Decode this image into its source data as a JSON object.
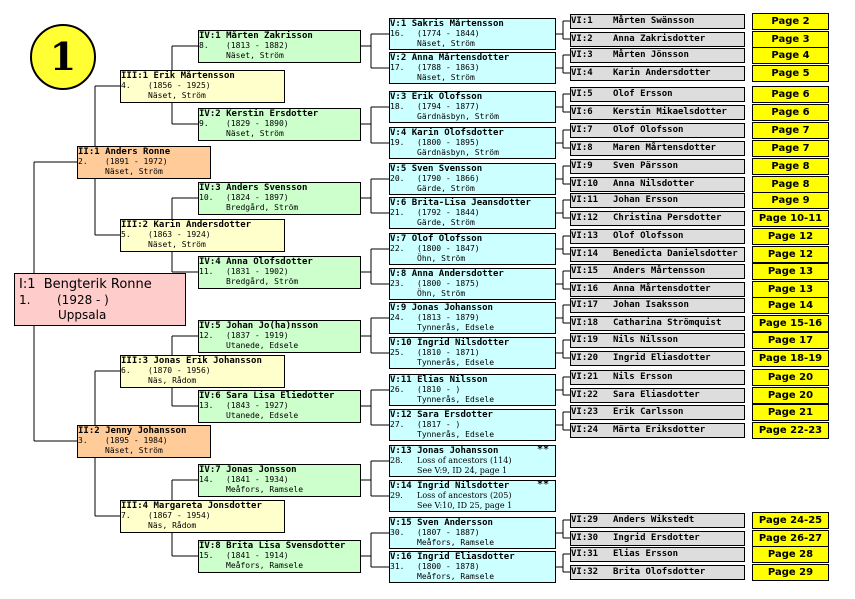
{
  "chart_number": "1",
  "root": {
    "label": "I:1",
    "name": "Bengterik Ronne",
    "id": "1.",
    "dates": "(1928 - )",
    "place": "Uppsala"
  },
  "gen2": [
    {
      "label": "II:1",
      "name": "Anders Ronne",
      "id": "2.",
      "dates": "(1891 - 1972)",
      "place": "Näset, Ström"
    },
    {
      "label": "II:2",
      "name": "Jenny Johansson",
      "id": "3.",
      "dates": "(1895 - 1984)",
      "place": "Näset, Ström"
    }
  ],
  "gen3": [
    {
      "label": "III:1",
      "name": "Erik Mårtensson",
      "id": "4.",
      "dates": "(1856 - 1925)",
      "place": "Näset, Ström"
    },
    {
      "label": "III:2",
      "name": "Karin Andersdotter",
      "id": "5.",
      "dates": "(1863 - 1924)",
      "place": "Näset, Ström"
    },
    {
      "label": "III:3",
      "name": "Jonas Erik Johansson",
      "id": "6.",
      "dates": "(1870 - 1956)",
      "place": "Näs, Rådom"
    },
    {
      "label": "III:4",
      "name": "Margareta Jonsdotter",
      "id": "7.",
      "dates": "(1867 - 1954)",
      "place": "Näs, Rådom"
    }
  ],
  "gen4": [
    {
      "label": "IV:1",
      "name": "Mårten Zakrisson",
      "id": "8.",
      "dates": "(1813 - 1882)",
      "place": "Näset, Ström"
    },
    {
      "label": "IV:2",
      "name": "Kerstin Ersdotter",
      "id": "9.",
      "dates": "(1829 - 1890)",
      "place": "Näset, Ström"
    },
    {
      "label": "IV:3",
      "name": "Anders Svensson",
      "id": "10.",
      "dates": "(1824 - 1897)",
      "place": "Bredgård, Ström"
    },
    {
      "label": "IV:4",
      "name": "Anna Olofsdotter",
      "id": "11.",
      "dates": "(1831 - 1902)",
      "place": "Bredgård, Ström"
    },
    {
      "label": "IV:5",
      "name": "Johan Jo(ha)nsson",
      "id": "12.",
      "dates": "(1837 - 1919)",
      "place": "Utanede, Edsele"
    },
    {
      "label": "IV:6",
      "name": "Sara Lisa Eliedotter",
      "id": "13.",
      "dates": "(1843 - 1927)",
      "place": "Utanede, Edsele"
    },
    {
      "label": "IV:7",
      "name": "Jonas Jonsson",
      "id": "14.",
      "dates": "(1841 - 1934)",
      "place": "Meåfors, Ramsele"
    },
    {
      "label": "IV:8",
      "name": "Brita Lisa Svensdotter",
      "id": "15.",
      "dates": "(1841 - 1914)",
      "place": "Meåfors, Ramsele"
    }
  ],
  "gen5": [
    {
      "label": "V:1",
      "name": "Sakris Mårtensson",
      "id": "16.",
      "dates": "(1774 - 1844)",
      "place": "Näset, Ström"
    },
    {
      "label": "V:2",
      "name": "Anna Mårtensdotter",
      "id": "17.",
      "dates": "(1788 - 1863)",
      "place": "Näset, Ström"
    },
    {
      "label": "V:3",
      "name": "Erik Olofsson",
      "id": "18.",
      "dates": "(1794 - 1877)",
      "place": "Gärdnäsbyn, Ström"
    },
    {
      "label": "V:4",
      "name": "Karin Olofsdotter",
      "id": "19.",
      "dates": "(1800 - 1895)",
      "place": "Gärdnäsbyn, Ström"
    },
    {
      "label": "V:5",
      "name": "Sven Svensson",
      "id": "20.",
      "dates": "(1790 - 1866)",
      "place": "Gärde, Ström"
    },
    {
      "label": "V:6",
      "name": "Brita-Lisa Jeansdotter",
      "id": "21.",
      "dates": "(1792 - 1844)",
      "place": "Gärde, Ström"
    },
    {
      "label": "V:7",
      "name": "Olof Olofsson",
      "id": "22.",
      "dates": "(1800 - 1847)",
      "place": "Öhn, Ström"
    },
    {
      "label": "V:8",
      "name": "Anna Andersdotter",
      "id": "23.",
      "dates": "(1800 - 1875)",
      "place": "Öhn, Ström"
    },
    {
      "label": "V:9",
      "name": "Jonas Johansson",
      "id": "24.",
      "dates": "(1813 - 1879)",
      "place": "Tynnerås, Edsele"
    },
    {
      "label": "V:10",
      "name": "Ingrid Nilsdotter",
      "id": "25.",
      "dates": "(1810 - 1871)",
      "place": "Tynnerås, Edsele"
    },
    {
      "label": "V:11",
      "name": "Elias Nilsson",
      "id": "26.",
      "dates": "(1810 - )",
      "place": "Tynnerås, Edsele"
    },
    {
      "label": "V:12",
      "name": "Sara Ersdotter",
      "id": "27.",
      "dates": "(1817 - )",
      "place": "Tynnerås, Edsele"
    },
    {
      "label": "V:13",
      "name": "Jonas Johansson",
      "id": "28.",
      "note": "Loss of ancestors (114)",
      "see": "See V:9, ID 24, page 1",
      "stars": "**"
    },
    {
      "label": "V:14",
      "name": "Ingrid Nilsdotter",
      "id": "29.",
      "note": "Loss of ancestors (205)",
      "see": "See V:10, ID 25, page 1",
      "stars": "**"
    },
    {
      "label": "V:15",
      "name": "Sven Andersson",
      "id": "30.",
      "dates": "(1807 - 1887)",
      "place": "Meåfors, Ramsele"
    },
    {
      "label": "V:16",
      "name": "Ingrid Eliasdotter",
      "id": "31.",
      "dates": "(1800 - 1878)",
      "place": "Meåfors, Ramsele"
    }
  ],
  "gen6": [
    {
      "label": "VI:1",
      "name": "Mårten Swänsson",
      "page": "Page 2"
    },
    {
      "label": "VI:2",
      "name": "Anna Zakrisdotter",
      "page": "Page 3"
    },
    {
      "label": "VI:3",
      "name": "Mårten Jönsson",
      "page": "Page 4"
    },
    {
      "label": "VI:4",
      "name": "Karin Andersdotter",
      "page": "Page 5"
    },
    {
      "label": "VI:5",
      "name": "Olof Ersson",
      "page": "Page 6"
    },
    {
      "label": "VI:6",
      "name": "Kerstin Mikaelsdotter",
      "page": "Page 6"
    },
    {
      "label": "VI:7",
      "name": "Olof Olofsson",
      "page": "Page 7"
    },
    {
      "label": "VI:8",
      "name": "Maren Mårtensdotter",
      "page": "Page 7"
    },
    {
      "label": "VI:9",
      "name": "Sven Pärsson",
      "page": "Page 8"
    },
    {
      "label": "VI:10",
      "name": "Anna Nilsdotter",
      "page": "Page 8"
    },
    {
      "label": "VI:11",
      "name": "Johan Ersson",
      "page": "Page 9"
    },
    {
      "label": "VI:12",
      "name": "Christina Persdotter",
      "page": "Page 10-11"
    },
    {
      "label": "VI:13",
      "name": "Olof Olofsson",
      "page": "Page 12"
    },
    {
      "label": "VI:14",
      "name": "Benedicta Danielsdotter",
      "page": "Page 12"
    },
    {
      "label": "VI:15",
      "name": "Anders Mårtensson",
      "page": "Page 13"
    },
    {
      "label": "VI:16",
      "name": "Anna Mårtensdotter",
      "page": "Page 13"
    },
    {
      "label": "VI:17",
      "name": "Johan Isaksson",
      "page": "Page 14"
    },
    {
      "label": "VI:18",
      "name": "Catharina Strömquist",
      "page": "Page 15-16"
    },
    {
      "label": "VI:19",
      "name": "Nils Nilsson",
      "page": "Page 17"
    },
    {
      "label": "VI:20",
      "name": "Ingrid Eliasdotter",
      "page": "Page 18-19"
    },
    {
      "label": "VI:21",
      "name": "Nils Ersson",
      "page": "Page 20"
    },
    {
      "label": "VI:22",
      "name": "Sara Eliasdotter",
      "page": "Page 20"
    },
    {
      "label": "VI:23",
      "name": "Erik Carlsson",
      "page": "Page 21"
    },
    {
      "label": "VI:24",
      "name": "Märta Eriksdotter",
      "page": "Page 22-23"
    },
    {
      "label": "VI:29",
      "name": "Anders Wikstedt",
      "page": "Page 24-25"
    },
    {
      "label": "VI:30",
      "name": "Ingrid Ersdotter",
      "page": "Page 26-27"
    },
    {
      "label": "VI:31",
      "name": "Elias Ersson",
      "page": "Page 28"
    },
    {
      "label": "VI:32",
      "name": "Brita Olofsdotter",
      "page": "Page 29"
    }
  ],
  "colors": {
    "gen2": "#ffcc99",
    "gen3": "#ffffcc",
    "gen4": "#ccffcc",
    "gen5": "#ccffff",
    "gen6": "#dddddd",
    "page": "#ffff00",
    "root": "#ffcccc",
    "badge": "#ffff33"
  }
}
